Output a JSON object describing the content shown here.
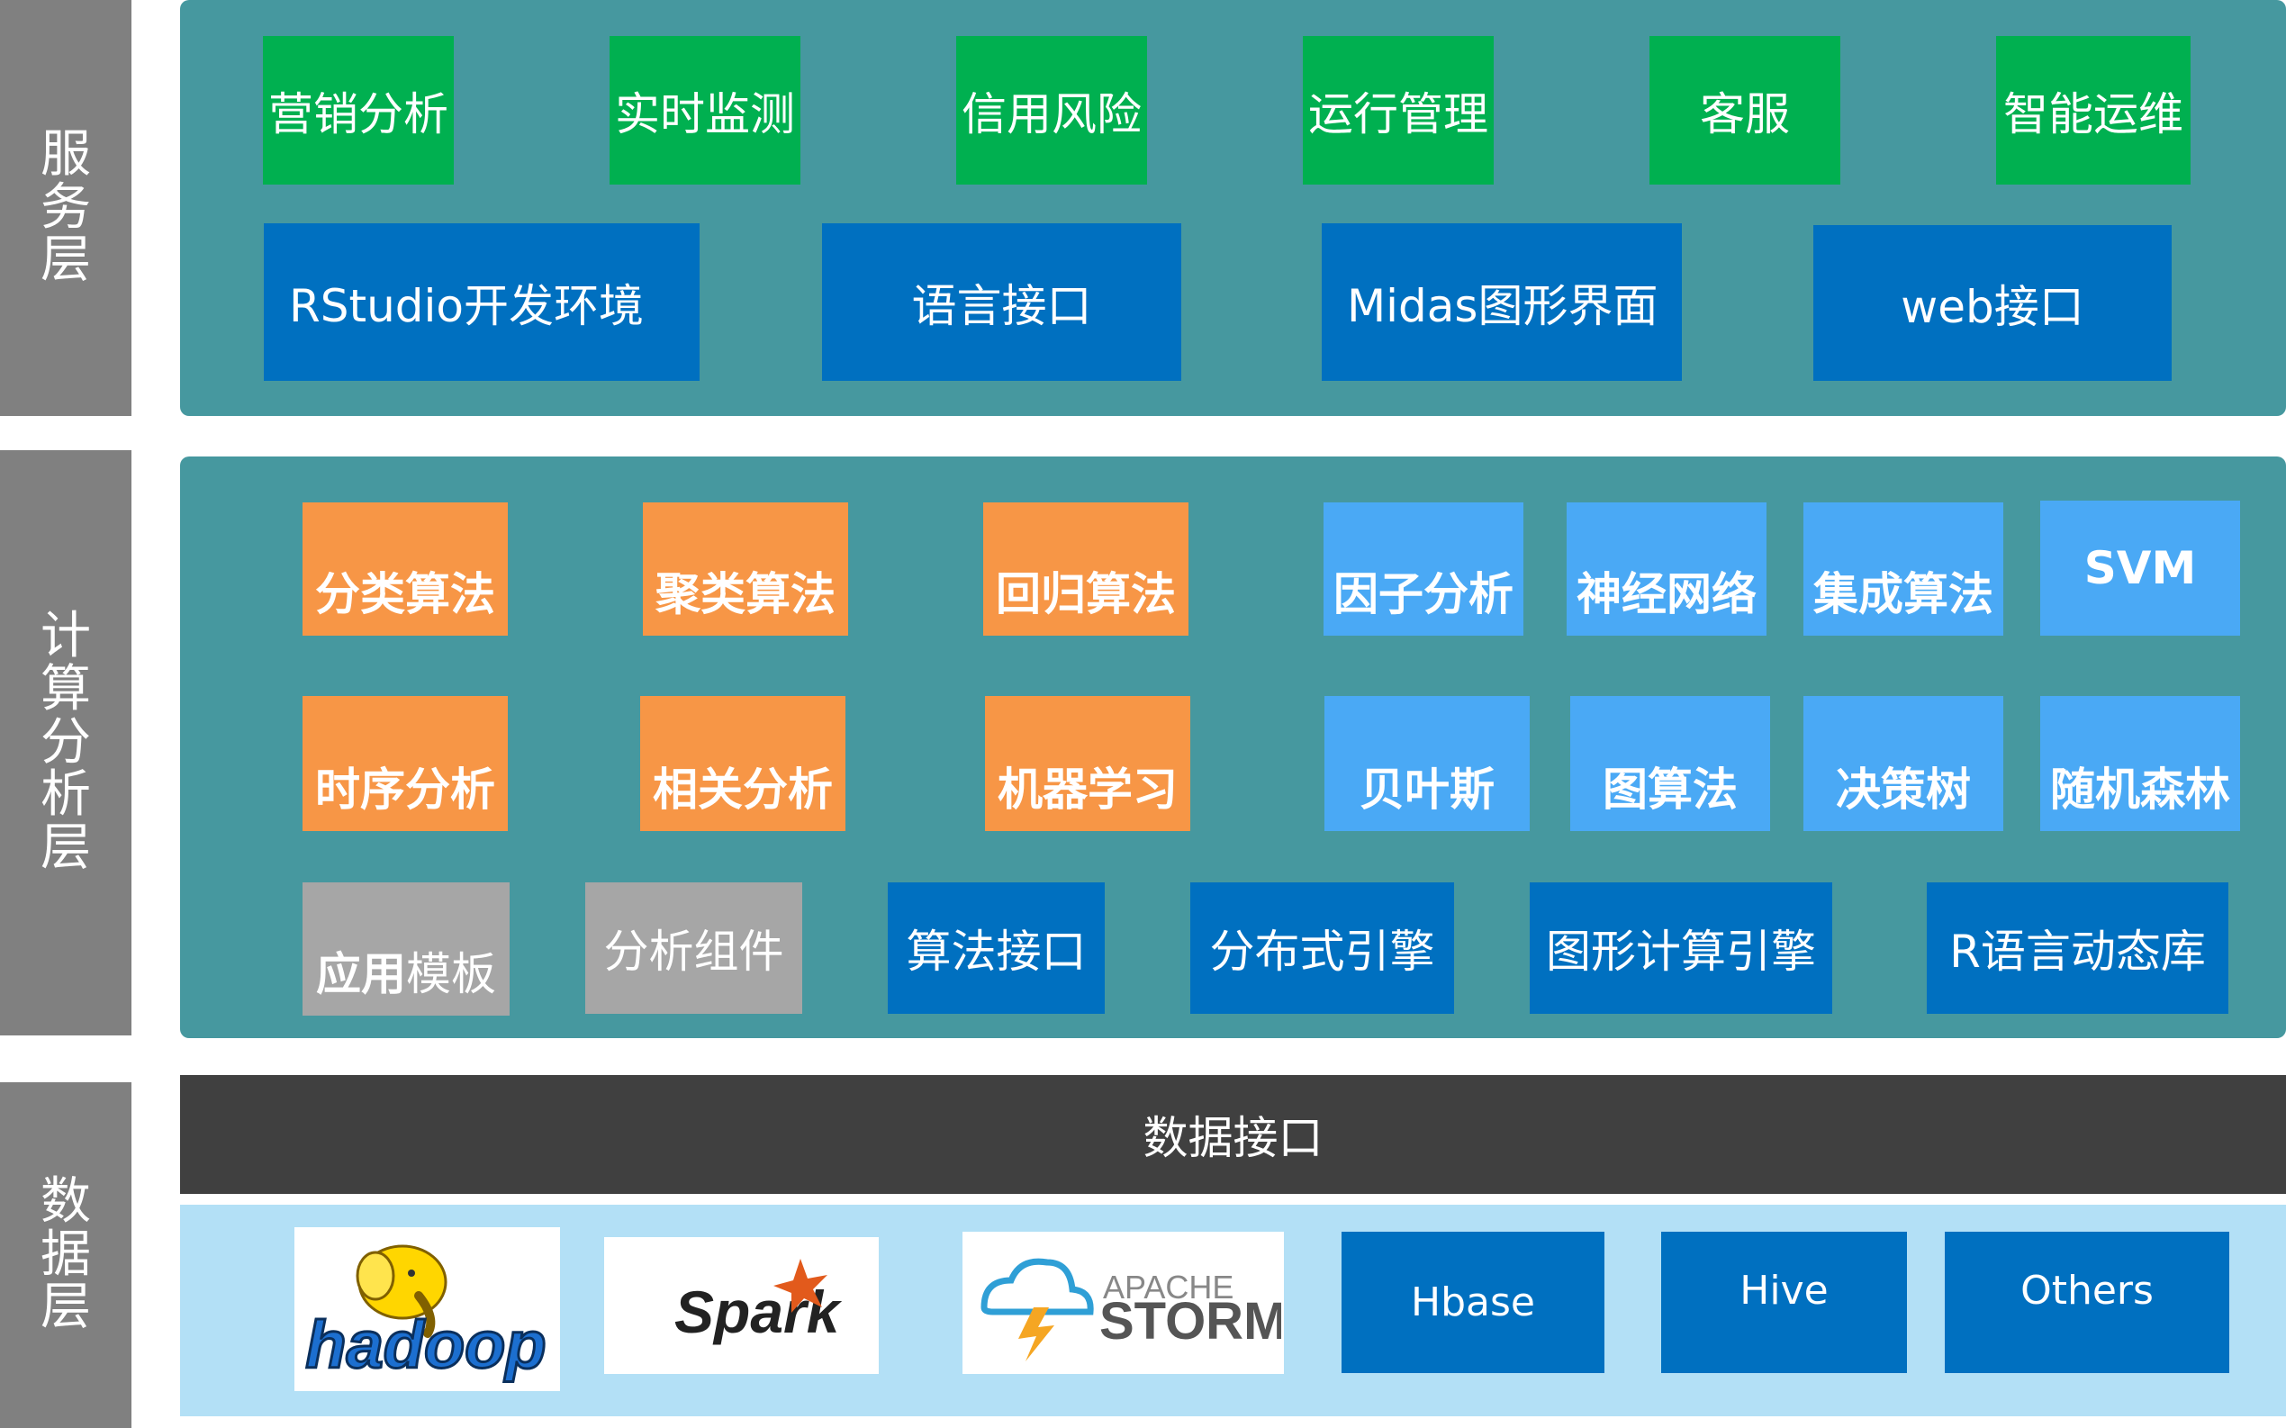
{
  "layers": {
    "service": [
      "服",
      "务",
      "层"
    ],
    "compute": [
      "计",
      "算",
      "分",
      "析",
      "层"
    ],
    "data": [
      "数",
      "据",
      "层"
    ]
  },
  "service": {
    "apps": [
      "营销分析",
      "实时监测",
      "信用风险",
      "运行管理",
      "客服",
      "智能运维"
    ],
    "interfaces": [
      "RStudio开发环境",
      "语言接口",
      "Midas图形界面",
      "web接口"
    ]
  },
  "compute": {
    "algo_row1": [
      "分类算法",
      "聚类算法",
      "回归算法"
    ],
    "ml_row1": [
      "因子分析",
      "神经网络",
      "集成算法",
      "SVM"
    ],
    "algo_row2": [
      "时序分析",
      "相关分析",
      "机器学习"
    ],
    "ml_row2": [
      "贝叶斯",
      "图算法",
      "决策树",
      "随机森林"
    ],
    "template_bold": "应用",
    "template_rest": "模板",
    "component": "分析组件",
    "engines": [
      "算法接口",
      "分布式引擎",
      "图形计算引擎",
      "R语言动态库"
    ]
  },
  "data": {
    "interface": "数据接口",
    "logos": {
      "hadoop": "hadoop",
      "spark": "Spark",
      "storm_top": "APACHE",
      "storm_bottom": "STORM"
    },
    "stores": [
      "Hbase",
      "Hive",
      "Others"
    ]
  },
  "colors": {
    "panel": "#46989f",
    "side": "#808080",
    "green": "#00b050",
    "blue": "#0070c0",
    "orange": "#f79646",
    "light_blue": "#4aa9f5",
    "gray": "#a6a6a6",
    "dark": "#404040",
    "data_panel": "#b3e0f6"
  },
  "icons": [
    "hadoop-elephant-icon",
    "spark-star-icon",
    "storm-cloud-icon"
  ]
}
